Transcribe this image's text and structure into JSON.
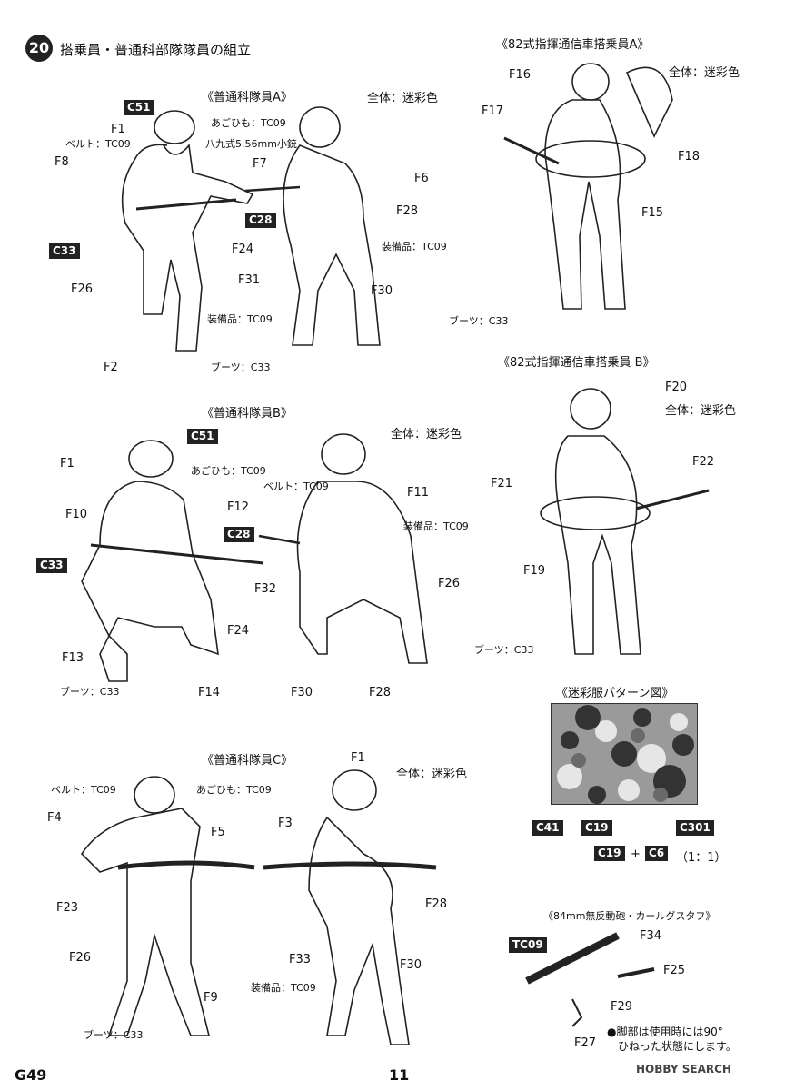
{
  "step": {
    "number": "20",
    "title": "搭乗員・普通科部隊隊員の組立"
  },
  "groups": {
    "a": "《普通科隊員A》",
    "b": "《普通科隊員B》",
    "c": "《普通科隊員C》",
    "crew_a": "《82式指揮通信車搭乗員A》",
    "crew_b": "《82式指揮通信車搭乗員 B》",
    "camo": "《迷彩服パターン図》",
    "gustaf": "《84mm無反動砲・カールグスタフ》"
  },
  "labels": {
    "zentai": "全体：迷彩色",
    "agohimo": "あごひも：TC09",
    "belt": "ベルト：TC09",
    "rifle": "八九式5.56mm小銃",
    "soubihin": "装備品：TC09",
    "boots": "ブーツ：C33"
  },
  "parts": {
    "F1": "F1",
    "F2": "F2",
    "F3": "F3",
    "F4": "F4",
    "F5": "F5",
    "F6": "F6",
    "F7": "F7",
    "F8": "F8",
    "F9": "F9",
    "F10": "F10",
    "F11": "F11",
    "F12": "F12",
    "F13": "F13",
    "F14": "F14",
    "F15": "F15",
    "F16": "F16",
    "F17": "F17",
    "F18": "F18",
    "F19": "F19",
    "F20": "F20",
    "F21": "F21",
    "F22": "F22",
    "F23": "F23",
    "F24": "F24",
    "F25": "F25",
    "F26": "F26",
    "F27": "F27",
    "F28": "F28",
    "F29": "F29",
    "F30": "F30",
    "F31": "F31",
    "F32": "F32",
    "F33": "F33",
    "F34": "F34"
  },
  "colors": {
    "C51": "C51",
    "C28": "C28",
    "C33": "C33",
    "C41": "C41",
    "C19": "C19",
    "C301": "C301",
    "C6": "C6",
    "TC09": "TC09"
  },
  "camo_mix": {
    "plus": "+",
    "ratio": "（1：1）"
  },
  "gustaf_note": {
    "line1": "●脚部は使用時には90°",
    "line2": "ひねった状態にします。"
  },
  "footer": {
    "code": "G49",
    "page": "11",
    "watermark": "HOBBY SEARCH"
  }
}
